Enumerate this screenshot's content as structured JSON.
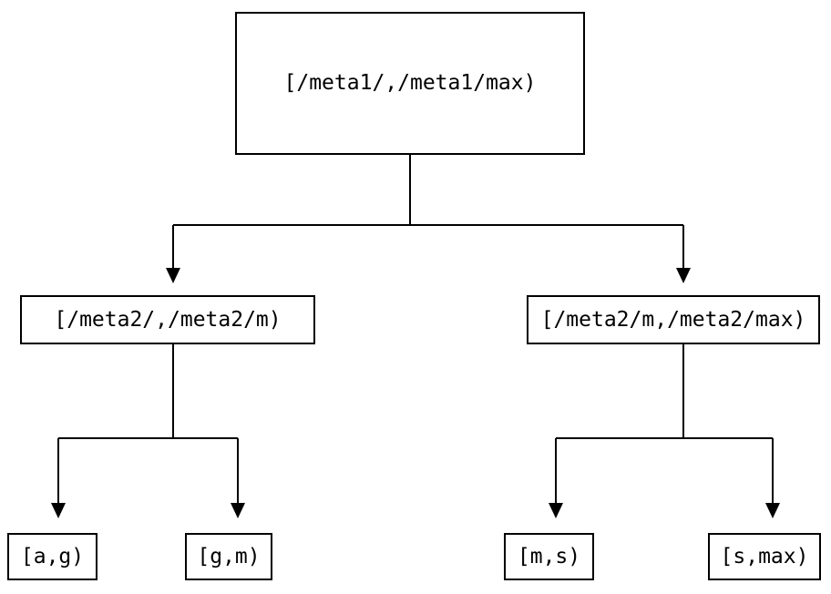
{
  "diagram": {
    "title": "range-partition-tree",
    "colors": {
      "background": "#ffffff",
      "line": "#000000",
      "border": "#000000",
      "text": "#000000"
    },
    "nodes": {
      "root": {
        "label": "[/meta1/,/meta1/max)"
      },
      "meta2_low": {
        "label": "[/meta2/,/meta2/m)"
      },
      "meta2_high": {
        "label": "[/meta2/m,/meta2/max)"
      },
      "leaf_ag": {
        "label": "[a,g)"
      },
      "leaf_gm": {
        "label": "[g,m)"
      },
      "leaf_ms": {
        "label": "[m,s)"
      },
      "leaf_smax": {
        "label": "[s,max)"
      }
    }
  }
}
